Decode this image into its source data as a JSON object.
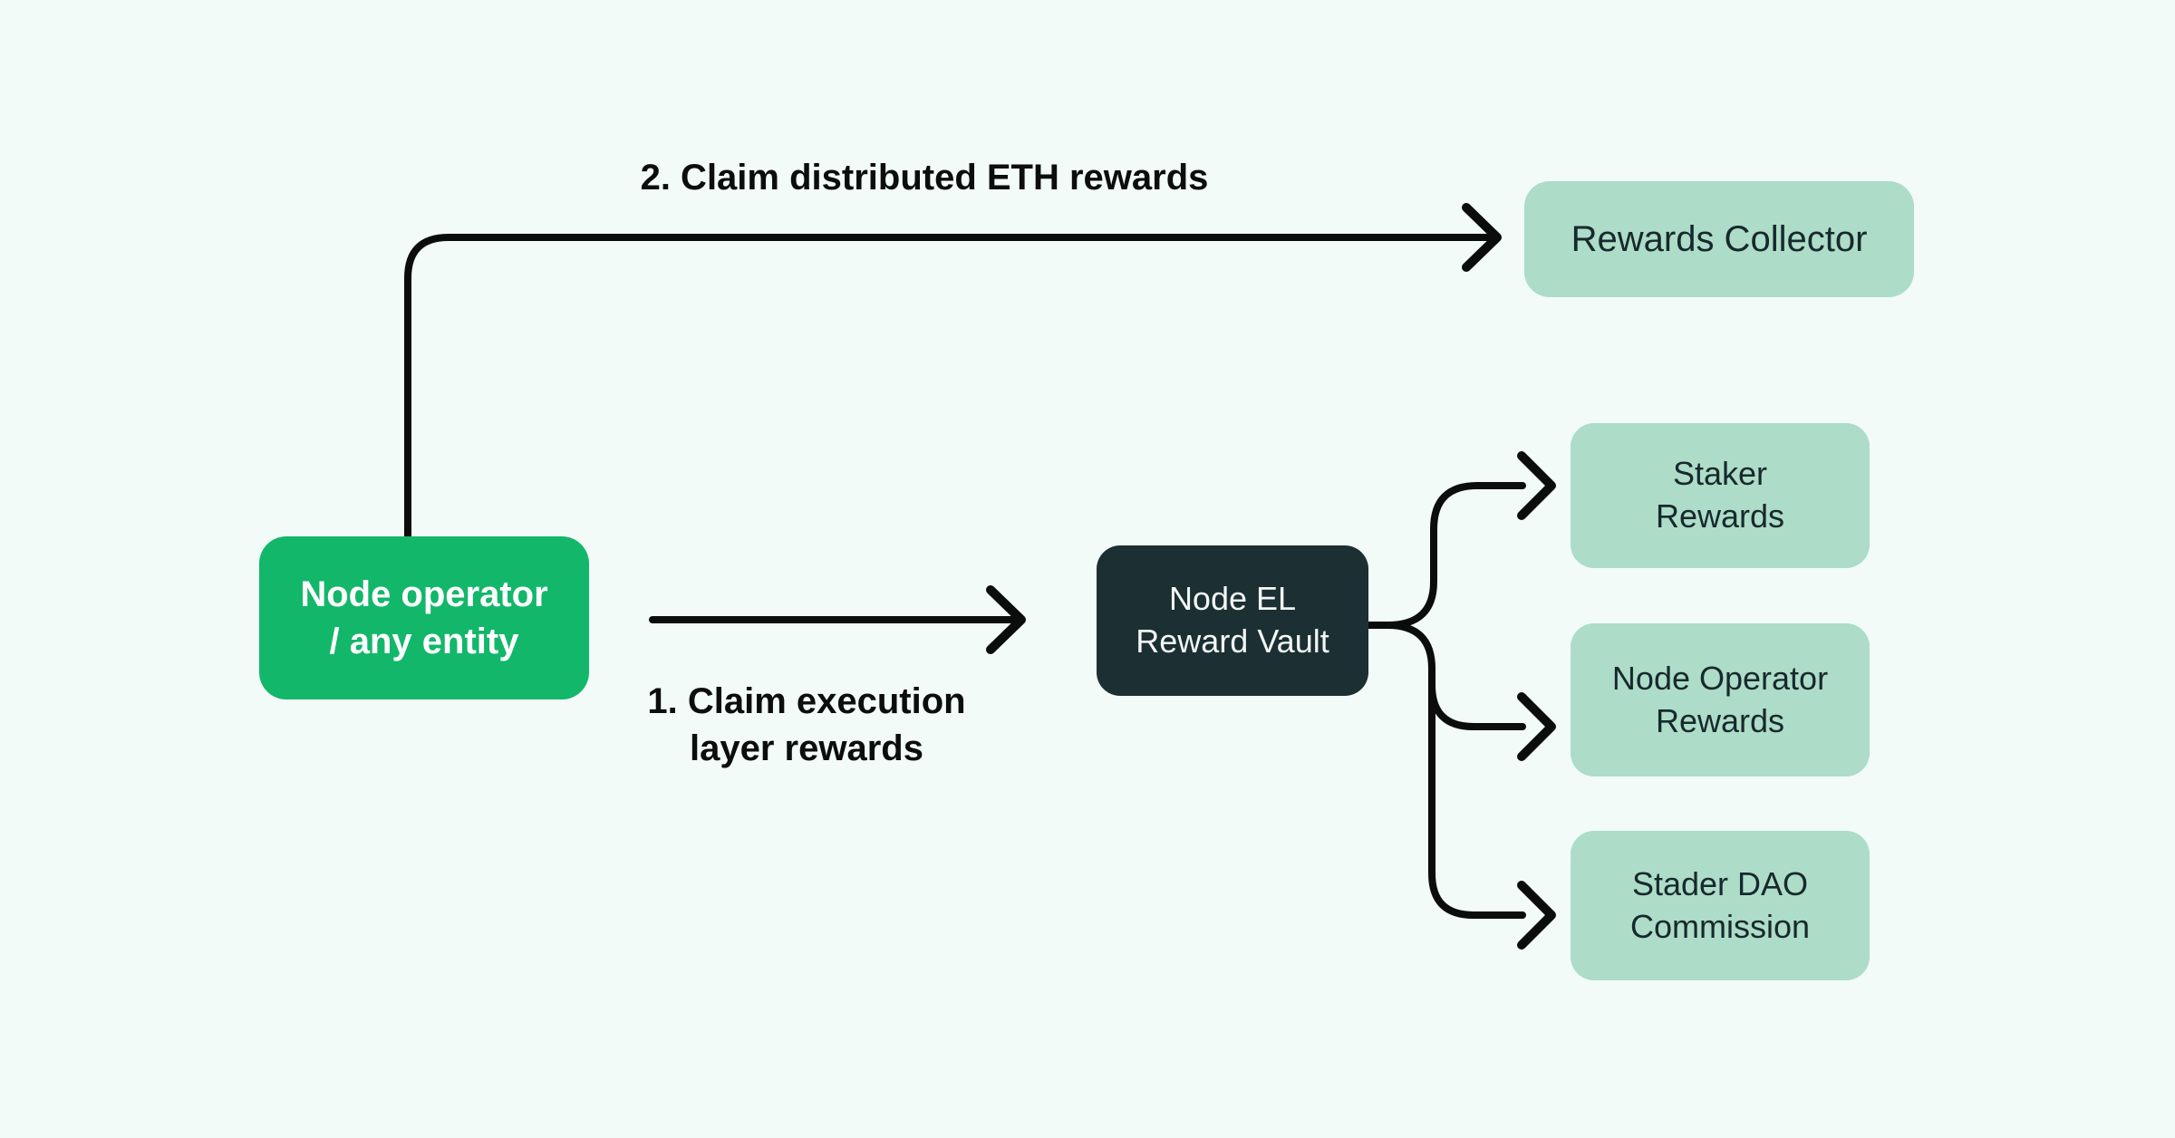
{
  "diagram": {
    "background": "#f2fbf8",
    "line_color": "#0b0c0c",
    "nodes": {
      "node_operator": {
        "label": "Node operator\n/ any entity",
        "bg": "#12b76a",
        "text_color": "#ffffff"
      },
      "rewards_collector": {
        "label": "Rewards Collector",
        "bg": "#addcc8",
        "text_color": "#17292c"
      },
      "node_el_reward_vault": {
        "label": "Node EL\nReward Vault",
        "bg": "#1c2f33",
        "text_color": "#f2f7f5"
      },
      "staker_rewards": {
        "label": "Staker\nRewards",
        "bg": "#addcc8",
        "text_color": "#17292c"
      },
      "node_operator_rewards": {
        "label": "Node Operator\nRewards",
        "bg": "#addcc8",
        "text_color": "#17292c"
      },
      "stader_dao_commission": {
        "label": "Stader DAO\nCommission",
        "bg": "#addcc8",
        "text_color": "#17292c"
      }
    },
    "edge_labels": {
      "claim_distributed": "2. Claim distributed ETH rewards",
      "claim_execution": "1. Claim execution\nlayer rewards"
    }
  }
}
